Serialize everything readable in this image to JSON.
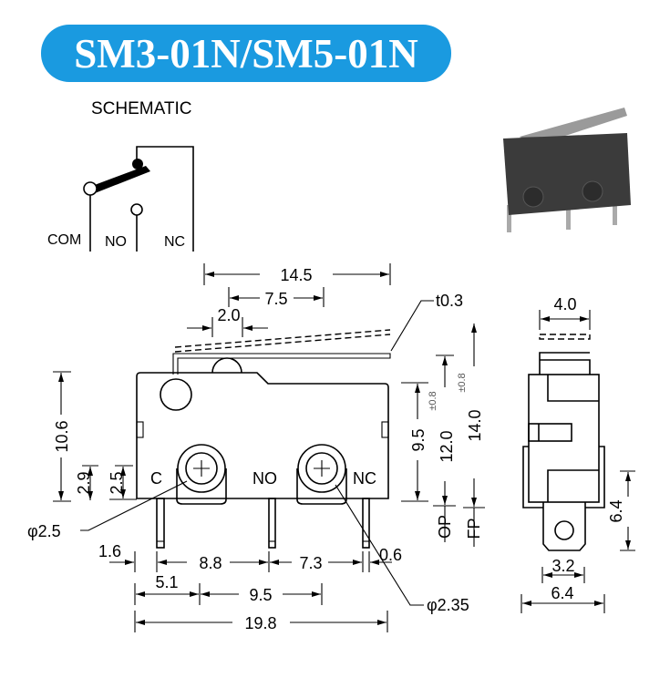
{
  "title": "SM3-01N/SM5-01N",
  "colors": {
    "banner": "#1a9ae0",
    "line": "#000000",
    "photo_body": "#3b3b3b"
  },
  "schematic": {
    "heading": "SCHEMATIC",
    "labels": {
      "com": "COM",
      "no": "NO",
      "nc": "NC"
    }
  },
  "front_view": {
    "terminal_labels": {
      "c": "C",
      "no": "NO",
      "nc": "NC"
    },
    "dims": {
      "d14_5": "14.5",
      "d7_5": "7.5",
      "d2_0": "2.0",
      "t0_3": "t0.3",
      "d10_6": "10.6",
      "d2_9": "2.9",
      "d2_5": "2.5",
      "d9_5v": "9.5",
      "d12_0": "12.0",
      "d14_0": "14.0",
      "tol": "±0.8",
      "op": "OP",
      "fp": "FP",
      "phi2_5": "φ2.5",
      "phi2_35": "φ2.35",
      "d1_6": "1.6",
      "d8_8": "8.8",
      "d7_3": "7.3",
      "d0_6": "0.6",
      "d5_1": "5.1",
      "d9_5h": "9.5",
      "d19_8": "19.8"
    }
  },
  "side_view": {
    "dims": {
      "d4_0": "4.0",
      "d6_4v": "6.4",
      "d3_2": "3.2",
      "d6_4h": "6.4"
    }
  }
}
